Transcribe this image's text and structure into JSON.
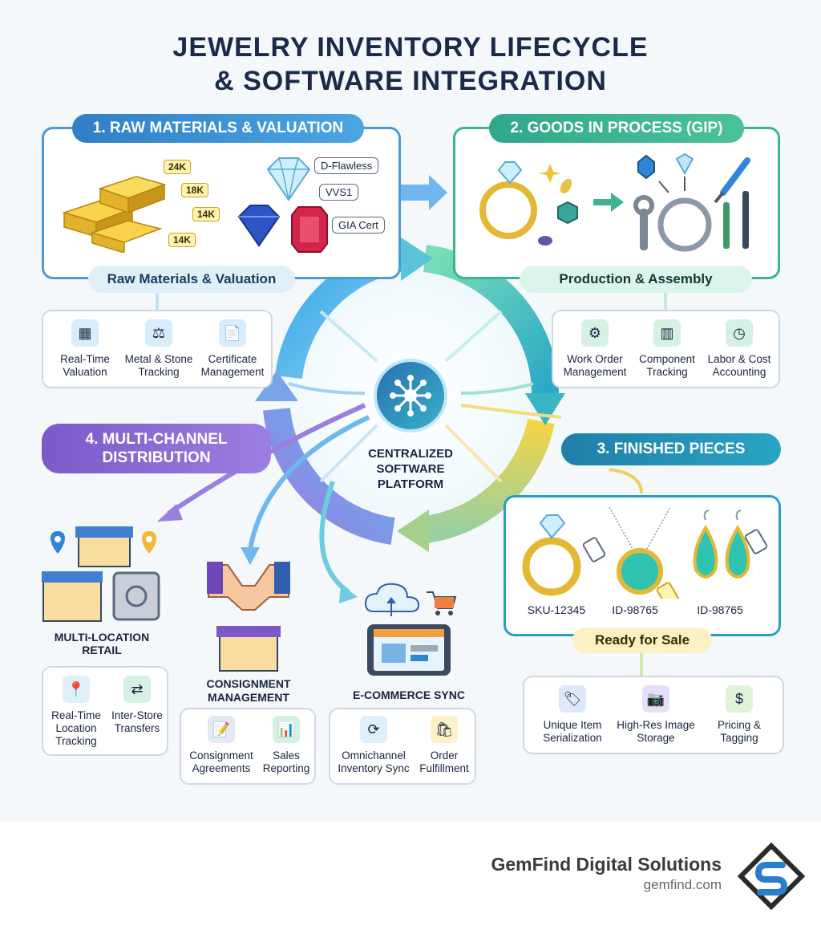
{
  "title": {
    "line1": "JEWELRY INVENTORY LIFECYCLE",
    "line2": "& SOFTWARE INTEGRATION"
  },
  "center": {
    "label": "CENTRALIZED SOFTWARE PLATFORM"
  },
  "stage1": {
    "heading": "1. RAW MATERIALS & VALUATION",
    "metal_tags": [
      "24K",
      "18K",
      "14K",
      "14K"
    ],
    "gem_tags": [
      "D-Flawless",
      "VVS1",
      "GIA Cert"
    ],
    "subtitle": "Raw Materials & Valuation",
    "features": [
      {
        "label": "Real-Time Valuation",
        "icon": "calculator-icon"
      },
      {
        "label": "Metal & Stone Tracking",
        "icon": "scale-icon"
      },
      {
        "label": "Certificate Management",
        "icon": "certificate-icon"
      }
    ]
  },
  "stage2": {
    "heading": "2. GOODS IN PROCESS (GIP)",
    "subtitle": "Production & Assembly",
    "features": [
      {
        "label": "Work Order Management",
        "icon": "gear-icon"
      },
      {
        "label": "Component Tracking",
        "icon": "barcode-icon"
      },
      {
        "label": "Labor & Cost Accounting",
        "icon": "clock-icon"
      }
    ]
  },
  "stage3": {
    "heading": "3. FINISHED PIECES",
    "skus": [
      "SKU-12345",
      "ID-98765",
      "ID-98765"
    ],
    "subtitle": "Ready for Sale",
    "features": [
      {
        "label": "Unique Item Serialization",
        "icon": "tag-icon"
      },
      {
        "label": "High-Res Image Storage",
        "icon": "camera-icon"
      },
      {
        "label": "Pricing & Tagging",
        "icon": "dollar-icon"
      }
    ]
  },
  "stage4": {
    "heading": "4. MULTI-CHANNEL DISTRIBUTION",
    "retail": {
      "label": "MULTI-LOCATION RETAIL",
      "features": [
        {
          "label": "Real-Time Location Tracking",
          "icon": "map-pin-icon"
        },
        {
          "label": "Inter-Store Transfers",
          "icon": "transfer-icon"
        }
      ]
    },
    "consignment": {
      "label": "CONSIGNMENT MANAGEMENT",
      "features": [
        {
          "label": "Consignment Agreements",
          "icon": "document-icon"
        },
        {
          "label": "Sales Reporting",
          "icon": "report-icon"
        }
      ]
    },
    "ecommerce": {
      "label": "E-COMMERCE SYNC",
      "features": [
        {
          "label": "Omnichannel Inventory Sync",
          "icon": "sync-icon"
        },
        {
          "label": "Order Fulfillment",
          "icon": "bag-icon"
        }
      ]
    }
  },
  "footer": {
    "brand": "GemFind Digital Solutions",
    "url": "gemfind.com"
  },
  "colors": {
    "blue": "#3f8fd2",
    "green": "#3cb58a",
    "teal": "#1f8fb0",
    "purple": "#7a5ac8",
    "gold": "#f0c233"
  }
}
